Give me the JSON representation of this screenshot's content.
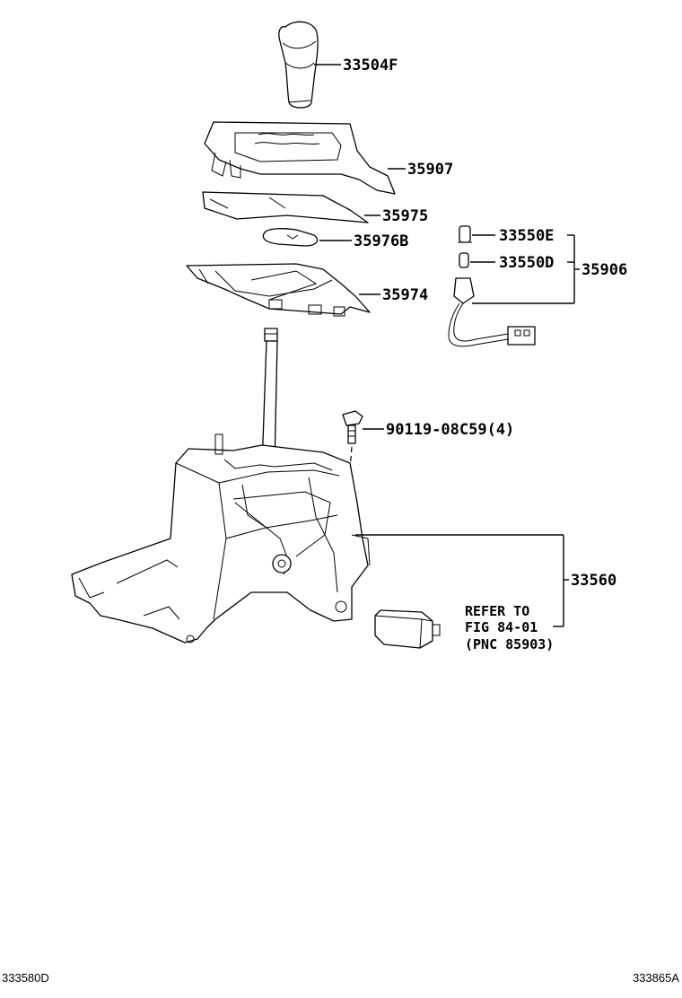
{
  "diagram": {
    "labels": {
      "knob": "33504F",
      "bezel": "35907",
      "plate": "35975",
      "indicator": "35976B",
      "housing_cover": "35974",
      "bulb_e": "33550E",
      "bulb_d": "33550D",
      "harness": "35906",
      "bolt": "90119-08C59(4)",
      "shift_lever_assy": "33560"
    },
    "note": {
      "line1": "REFER TO",
      "line2": "FIG 84-01",
      "line3": "(PNC 85903)"
    },
    "footer": {
      "left_code": "333580D",
      "right_code": "333865A"
    }
  }
}
